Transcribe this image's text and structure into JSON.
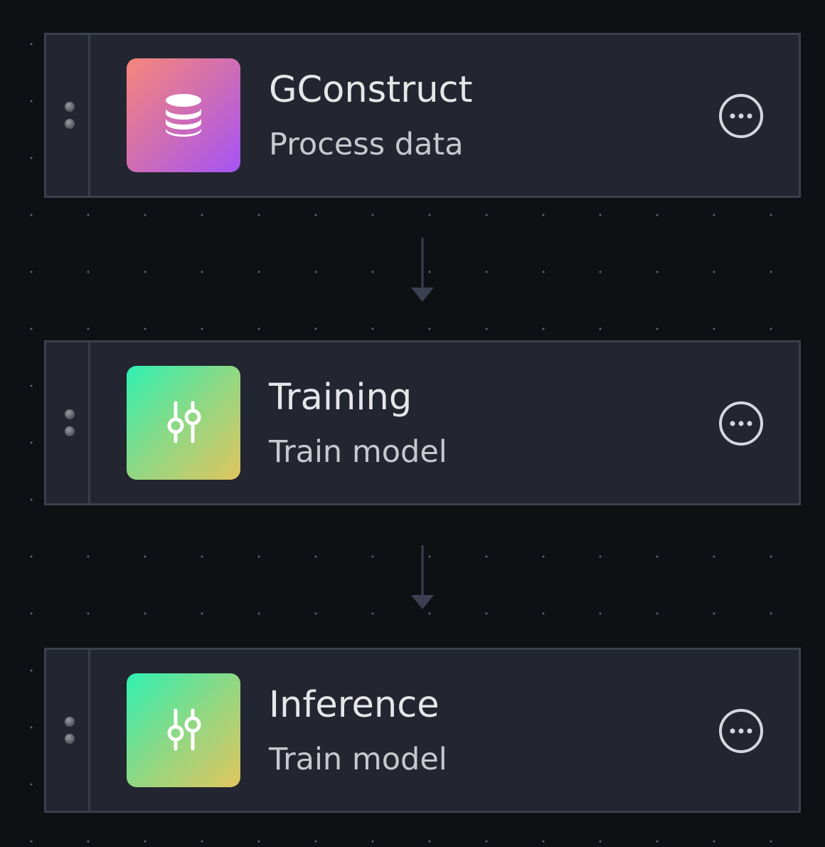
{
  "nodes": [
    {
      "title": "GConstruct",
      "subtitle": "Process data",
      "icon": "database-icon",
      "accent": "pink"
    },
    {
      "title": "Training",
      "subtitle": "Train model",
      "icon": "sliders-icon",
      "accent": "green"
    },
    {
      "title": "Inference",
      "subtitle": "Train model",
      "icon": "sliders-icon",
      "accent": "green"
    }
  ],
  "colors": {
    "background": "#0f1014",
    "node_background": "#232530",
    "node_border": "#3c3f4d",
    "text_primary": "#e6e6ea",
    "connector": "#3c3f52"
  }
}
